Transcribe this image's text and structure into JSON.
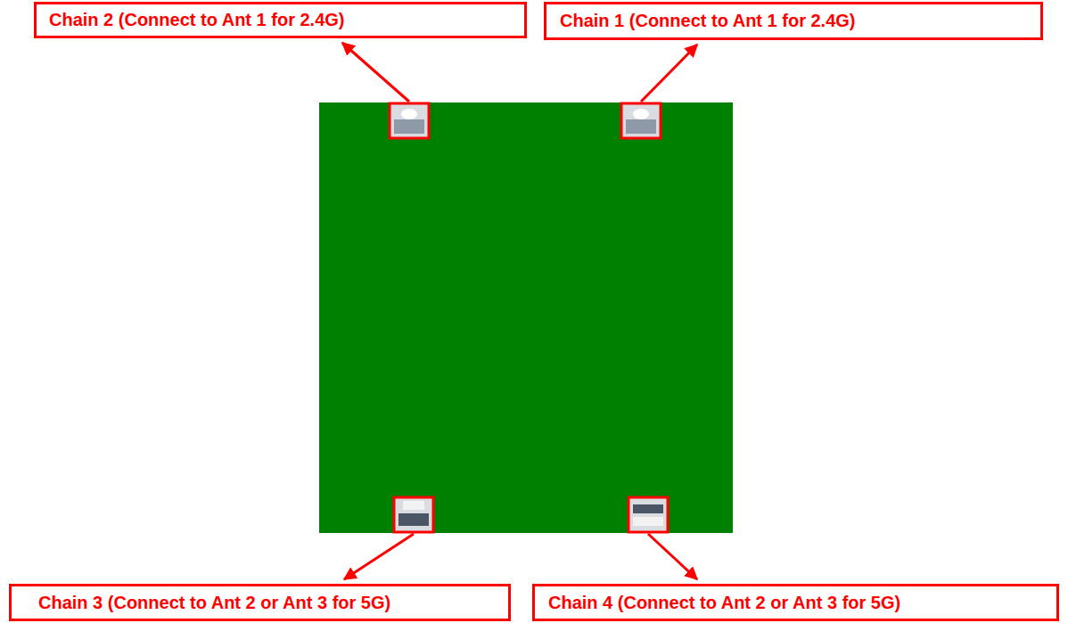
{
  "diagram": {
    "nodes": [
      {
        "text": [
          "Chain 2 (Connect to Ant 1 for 2.4G)"
        ]
      },
      {
        "text": [
          "Chain 1 (Connect to Ant 1 for 2.4G)"
        ]
      },
      {
        "text": [
          "Chain 3 (Connect to Ant 2 or Ant 3 for 5G)"
        ]
      },
      {
        "text": [
          "Chain 4 (Connect to Ant 2 or Ant 3 for 5G)"
        ]
      }
    ]
  }
}
